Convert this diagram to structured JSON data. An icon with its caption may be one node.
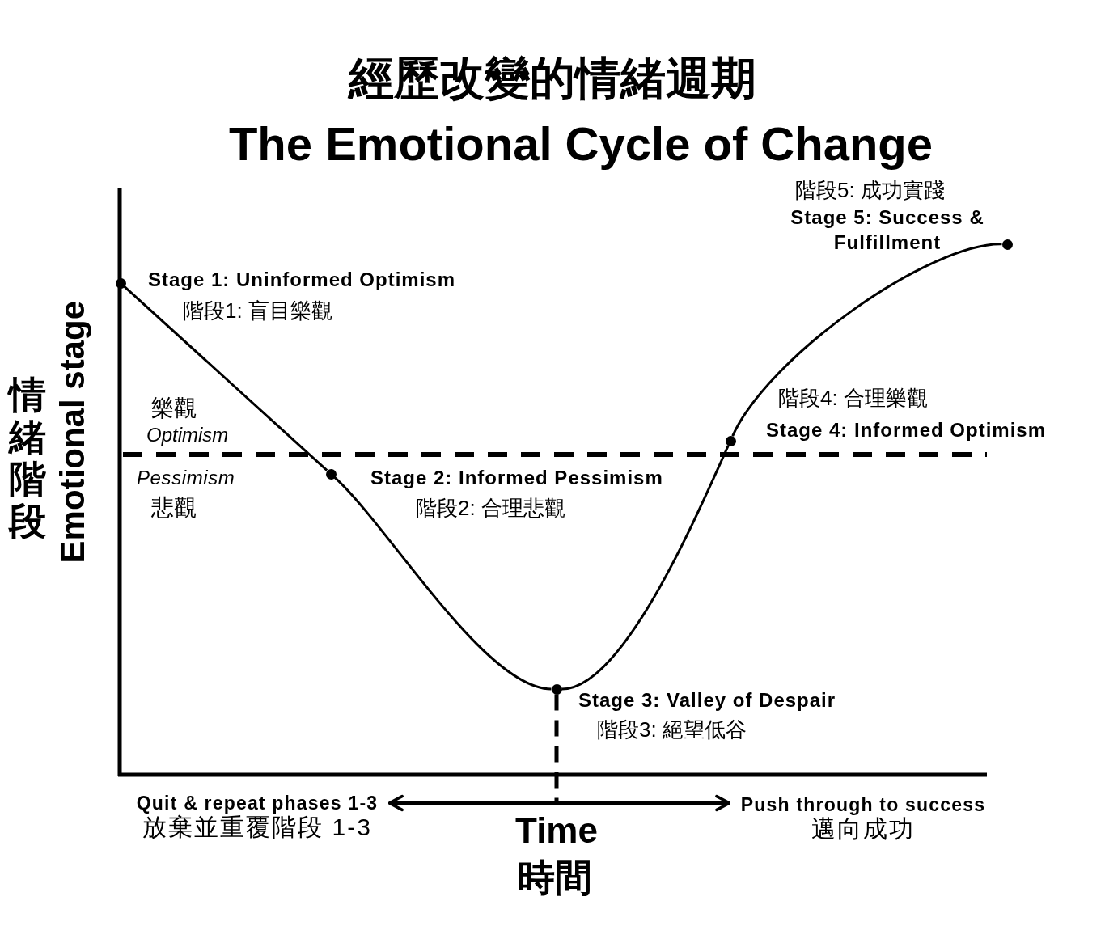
{
  "diagram": {
    "title": "經歷改變的情緒週期",
    "nodes": [
      {
        "text": [],
        "shape": "circle",
        "beside": [
          "Stage 1: Uninformed Optimism",
          "階段1: 盲目樂觀"
        ]
      },
      {
        "text": [],
        "shape": "circle",
        "beside": [
          "Stage 2: Informed Pessimism",
          "階段2: 合理悲觀"
        ]
      },
      {
        "text": [],
        "shape": "circle",
        "beside": [
          "Stage 3: Valley of Despair",
          "階段3: 絕望低谷"
        ]
      },
      {
        "text": [],
        "shape": "circle",
        "beside": [
          "階段4: 合理樂觀",
          "Stage 4: Informed Optimism"
        ]
      },
      {
        "text": [],
        "shape": "circle",
        "beside": [
          "階段5: 成功實踐",
          "Stage 5: Success & Fulfillment"
        ]
      },
      {
        "text": [
          "Quit & repeat phases 1-3",
          "放棄並重覆階段 1-3"
        ]
      },
      {
        "text": [
          "Push through to success",
          "邁向成功"
        ]
      }
    ],
    "edges": [
      {
        "from": 0,
        "to": 1,
        "arrow": "none"
      },
      {
        "from": 1,
        "to": 2,
        "arrow": "none"
      },
      {
        "from": 2,
        "to": 3,
        "arrow": "none"
      },
      {
        "from": 3,
        "to": 4,
        "arrow": "none"
      },
      {
        "from": 2,
        "to": null,
        "arrow": "none",
        "style": "dashed"
      },
      {
        "from": 5,
        "to": 6,
        "arrow": "both"
      }
    ],
    "labels": [
      "The Emotional Cycle of Change",
      "情緒階段",
      "Emotional stage",
      "樂觀",
      "Optimism",
      "Pessimism",
      "悲觀",
      "Time",
      "時間"
    ]
  }
}
